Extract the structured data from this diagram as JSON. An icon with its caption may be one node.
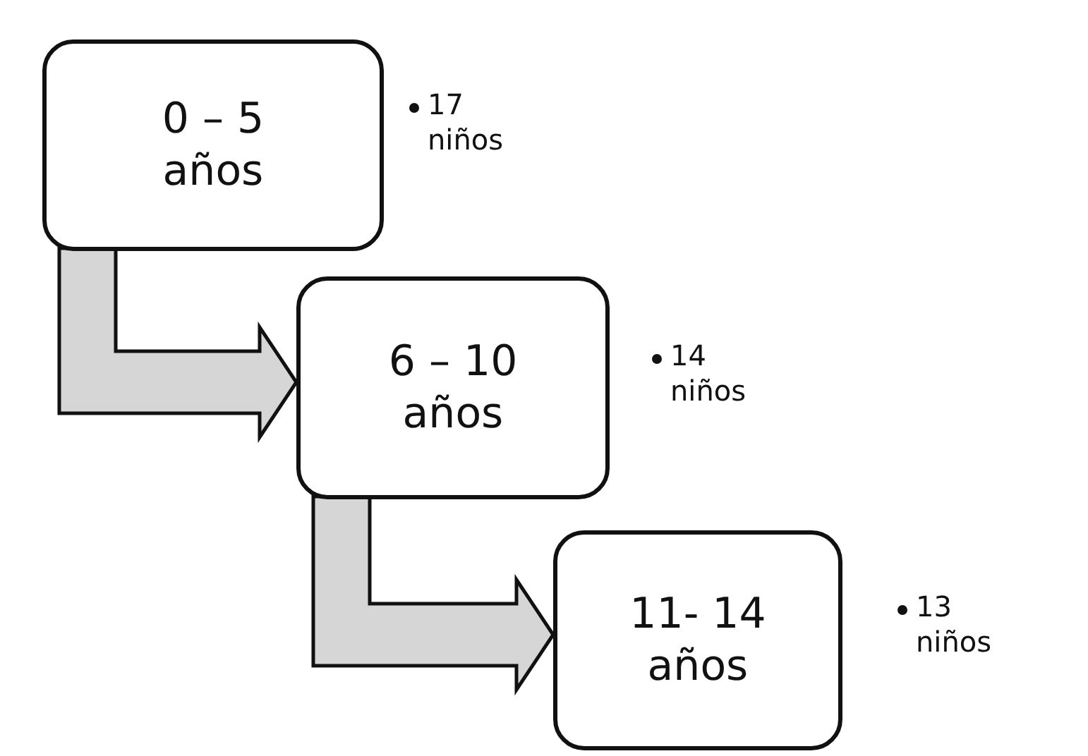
{
  "diagram": {
    "nodes": [
      {
        "text": [
          "0 – 5 años"
        ],
        "beside": [
          "17 niños"
        ]
      },
      {
        "text": [
          "6 – 10 años"
        ],
        "beside": [
          "14 niños"
        ]
      },
      {
        "text": [
          "11- 14 años"
        ],
        "beside": [
          "13 niños"
        ]
      }
    ],
    "edges": [
      {
        "from": 0,
        "to": 1,
        "arrow": "to",
        "style": "thick"
      },
      {
        "from": 1,
        "to": 2,
        "arrow": "to",
        "style": "thick"
      }
    ]
  }
}
